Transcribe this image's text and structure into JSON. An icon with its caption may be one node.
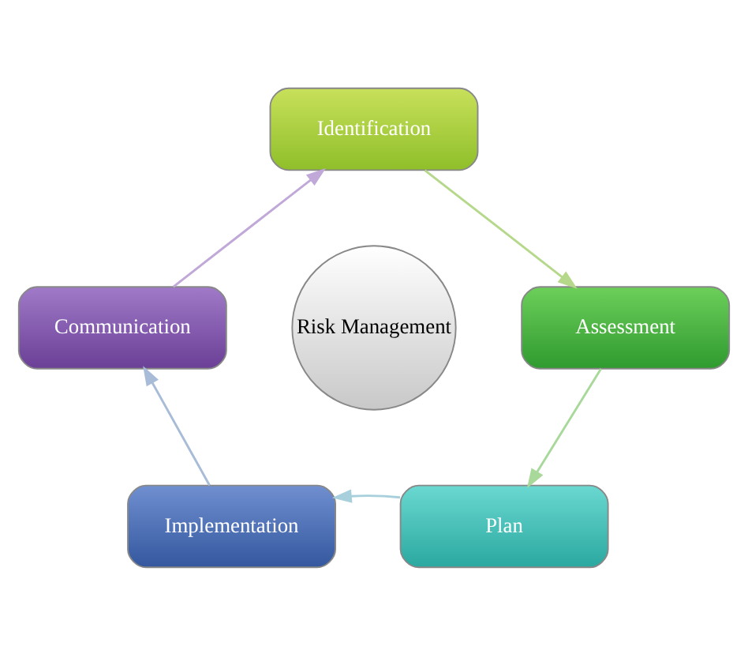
{
  "diagram": {
    "nodes": [
      {
        "text": [
          "Identification"
        ]
      },
      {
        "text": [
          "Assessment"
        ]
      },
      {
        "text": [
          "Plan"
        ]
      },
      {
        "text": [
          "Implementation"
        ]
      },
      {
        "text": [
          "Communication"
        ]
      },
      {
        "text": [
          "Risk Management"
        ]
      }
    ],
    "edges": [
      {
        "from": 0,
        "to": 1,
        "arrow": "to",
        "color": "#b5d88a"
      },
      {
        "from": 1,
        "to": 2,
        "arrow": "to",
        "color": "#a8d89a"
      },
      {
        "from": 2,
        "to": 3,
        "arrow": "to",
        "color": "#a8d0dc"
      },
      {
        "from": 3,
        "to": 4,
        "arrow": "to",
        "color": "#a8bcd8"
      },
      {
        "from": 4,
        "to": 0,
        "arrow": "to",
        "color": "#c0a8d8"
      }
    ]
  }
}
